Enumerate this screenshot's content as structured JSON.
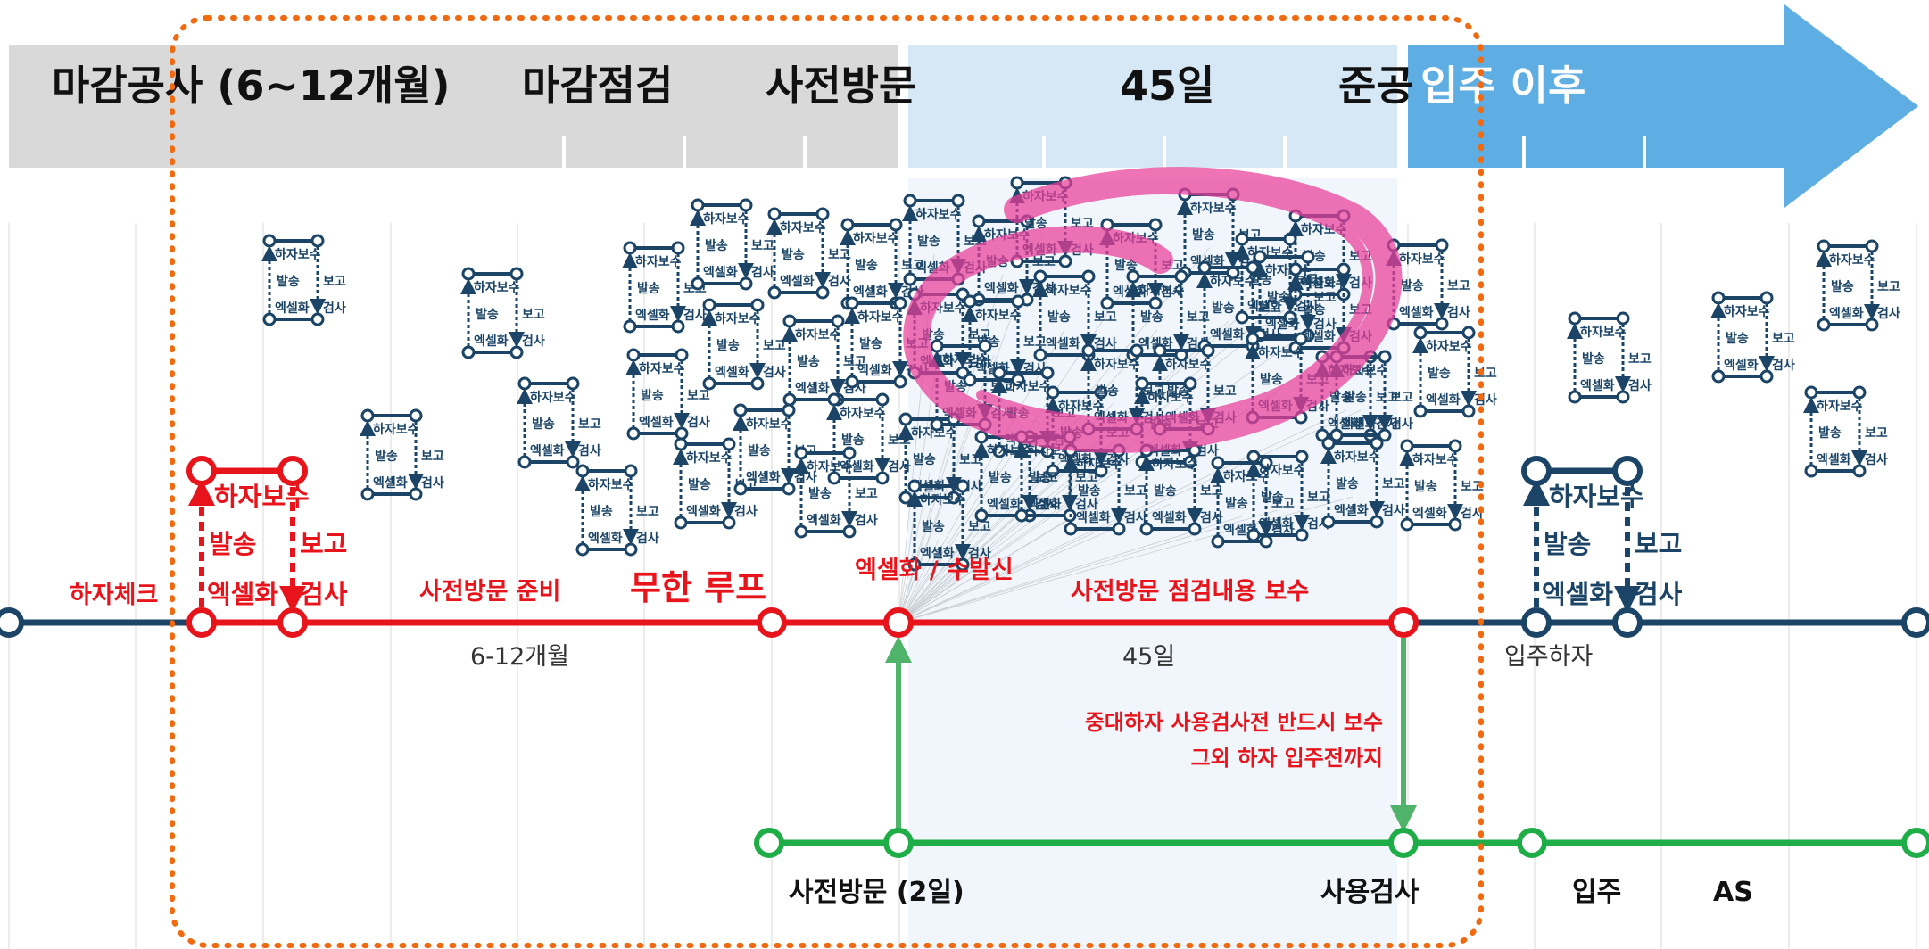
{
  "colors": {
    "navy": "#1b4466",
    "red": "#e8141b",
    "green": "#1fad48",
    "orange": "#ef6a10",
    "pink": "#ea3f9a",
    "gray_band": "#d9d9d9",
    "lightblue_band": "#d6e8f5",
    "blue_band": "#5eaee3"
  },
  "header": {
    "finishing": "마감공사 (6~12개월)",
    "final_check": "마감점검",
    "pre_visit": "사전방문",
    "days45": "45일",
    "completion": "준공",
    "after_move": "입주 이후"
  },
  "red_track": {
    "defect_check": "하자체크",
    "pre_visit_prep": "사전방문 준비",
    "infinite_loop": "무한 루프",
    "excel_send": "엑셀화 / 수발신",
    "repair_items": "사전방문 점검내용 보수"
  },
  "durations": {
    "months": "6-12개월",
    "days45": "45일",
    "move_in_defect": "입주하자"
  },
  "note": {
    "line1": "중대하자 사용검사전 반드시 보수",
    "line2": "그외 하자 입주전까지"
  },
  "green_track": {
    "pre_visit_2days": "사전방문 (2일)",
    "use_inspection": "사용검사",
    "move_in": "입주",
    "as": "AS"
  },
  "loop": {
    "repair": "하자보수",
    "send": "발송",
    "report": "보고",
    "excel": "엑셀화",
    "inspect": "검사"
  },
  "mini_cycle": {
    "repair": "하자보수",
    "send": "발송",
    "report": "보고",
    "excel": "엑셀화",
    "inspect": "검사"
  }
}
